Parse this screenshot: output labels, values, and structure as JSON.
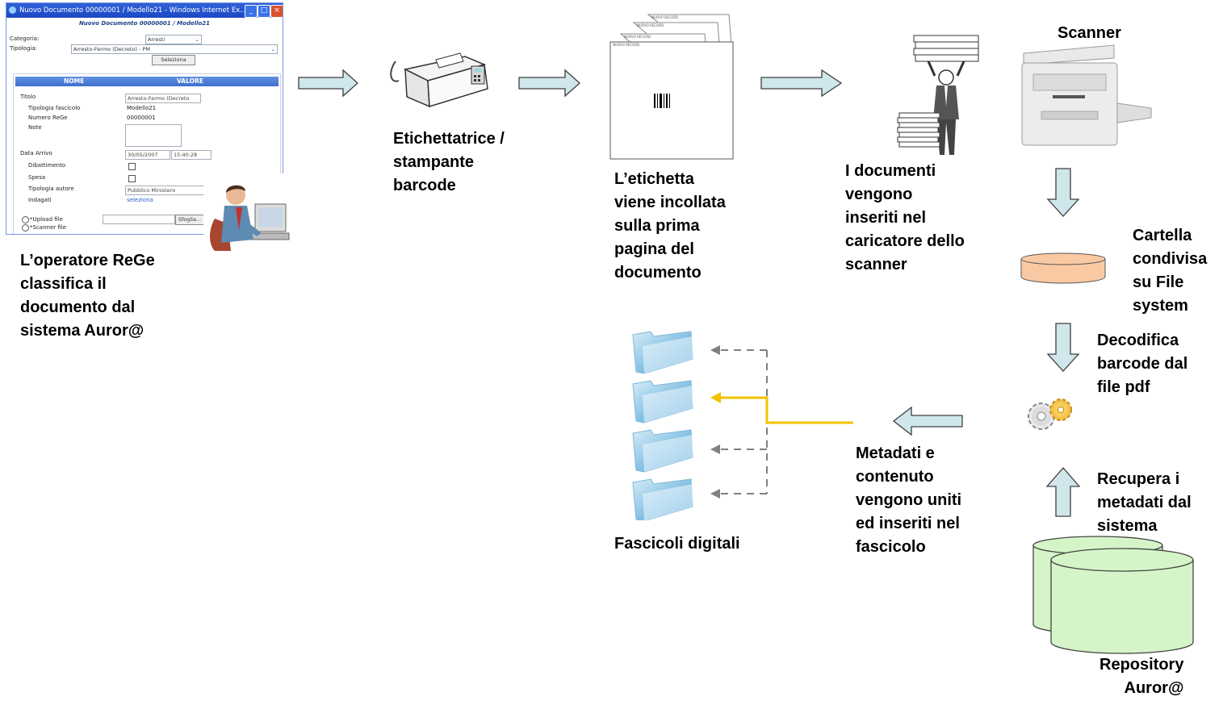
{
  "screenshot": {
    "title": "Nuovo Documento 00000001 / Modello21 - Windows Internet Ex...",
    "subtitle": "Nuovo Documento 00000001 / Modello21",
    "categoria_label": "Categoria:",
    "categoria_value": "Arresti",
    "tipologia_label": "Tipologia:",
    "tipologia_value": "Arresto-Fermo (Decreto) - PM",
    "seleziona_button": "Seleziona",
    "col_nome": "NOME",
    "col_valore": "VALORE",
    "fields": {
      "titolo_label": "Titolo",
      "titolo_value": "Arresto-Fermo (Decreto",
      "tipologia_fascicolo_label": "Tipologia fascicolo",
      "tipologia_fascicolo_value": "Modello21",
      "numero_rege_label": "Numero ReGe",
      "numero_rege_value": "00000001",
      "note_label": "Note",
      "data_arrivo_label": "Data Arrivo",
      "data_arrivo_date": "30/05/2007",
      "data_arrivo_time": "15:40:28",
      "dibattimento_label": "Dibattimento",
      "spesa_label": "Spesa",
      "tipologia_autore_label": "Tipologia autore",
      "tipologia_autore_value": "Pubblico Ministero",
      "indagati_label": "Indagati",
      "indagati_link": "seleziona",
      "upload_label": "*Upload file",
      "scanner_label": "*Scanner file",
      "sfoglia_button": "Sfoglia..."
    }
  },
  "labels": {
    "operator": [
      "L’operatore ReGe",
      "classifica il",
      "documento dal",
      "sistema Auror@"
    ],
    "printer": [
      "Etichettatrice /",
      "stampante",
      "barcode"
    ],
    "label_glued": [
      "L’etichetta",
      "viene incollata",
      "sulla prima",
      "pagina del",
      "documento"
    ],
    "documents_loaded": [
      "I documenti",
      "vengono",
      "inseriti nel",
      "caricatore dello",
      "scanner"
    ],
    "scanner": "Scanner",
    "shared_folder": [
      "Cartella",
      "condivisa",
      "su File",
      "system"
    ],
    "decode": [
      "Decodifica",
      "barcode dal",
      "file pdf"
    ],
    "retrieve": [
      "Recupera i",
      "metadati dal",
      "sistema"
    ],
    "repository": [
      "Repository",
      "Auror@"
    ],
    "merged": [
      "Metadati e",
      "contenuto",
      "vengono uniti",
      "ed inseriti nel",
      "fascicolo"
    ],
    "digital_folders": "Fascicoli digitali"
  },
  "doc_stack_header": "NUOVO RECORD",
  "colors": {
    "arrow_fill": "#cfe6ea",
    "arrow_stroke": "#404040",
    "shared_folder_fill": "#f9c9a3",
    "repository_fill": "#d5f5c8",
    "highlight_line": "#f2c200",
    "dashed_line": "#808080"
  },
  "icons": [
    "monitor-screenshot",
    "operator-person-icon",
    "barcode-printer-icon",
    "document-stack-icon",
    "person-lifting-papers-icon",
    "scanner-icon",
    "gears-icon",
    "folder-icon"
  ]
}
